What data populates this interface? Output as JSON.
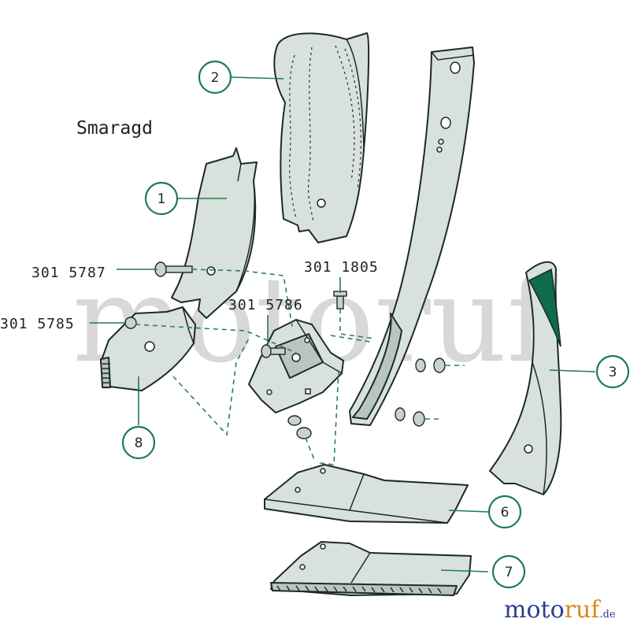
{
  "model_label": "Smaragd",
  "watermark": "motoruf",
  "callouts": [
    "1",
    "2",
    "3",
    "6",
    "7",
    "8"
  ],
  "part_numbers": {
    "bolt_a": "301 5787",
    "bolt_b": "301 5785",
    "bolt_c": "301 5786",
    "bolt_d": "301 1805"
  },
  "logo": {
    "part_a": "moto",
    "part_b": "ruf",
    "suffix": ".de"
  },
  "colors": {
    "part_fill": "#d9e1dc",
    "outline": "#1c2a24",
    "accent_green": "#1f7a55",
    "shin_green": "#0f6b4a"
  }
}
